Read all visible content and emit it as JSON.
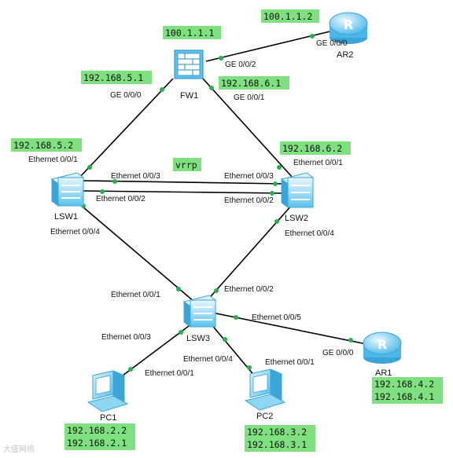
{
  "nodes": {
    "fw1": "FW1",
    "ar2": "AR2",
    "ar1": "AR1",
    "lsw1": "LSW1",
    "lsw2": "LSW2",
    "lsw3": "LSW3",
    "pc1": "PC1",
    "pc2": "PC2"
  },
  "ports": {
    "fw1_ge002": "GE 0/0/2",
    "fw1_ge000": "GE 0/0/0",
    "fw1_ge001": "GE 0/0/1",
    "ar2_ge000": "GE 0/0/0",
    "lsw1_e001": "Ethernet 0/0/1",
    "lsw1_e003": "Ethernet 0/0/3",
    "lsw1_e002": "Ethernet 0/0/2",
    "lsw1_e004": "Ethernet 0/0/4",
    "lsw2_e001": "Ethernet 0/0/1",
    "lsw2_e003": "Ethernet 0/0/3",
    "lsw2_e002": "Ethernet 0/0/2",
    "lsw2_e004": "Ethernet 0/0/4",
    "lsw3_e001": "Ethernet 0/0/1",
    "lsw3_e002": "Ethernet 0/0/2",
    "lsw3_e005": "Ethernet 0/0/5",
    "lsw3_e003": "Ethernet 0/0/3",
    "lsw3_e004": "Ethernet 0/0/4",
    "pc1_e001": "Ethernet 0/0/1",
    "pc2_e001": "Ethernet 0/0/1",
    "ar1_ge000": "GE 0/0/0"
  },
  "ips": {
    "ar2_ip": "100.1.1.2",
    "fw1_up_ip": "100.1.1.1",
    "fw1_left_ip": "192.168.5.1",
    "fw1_right_ip": "192.168.6.1",
    "lsw1_ip": "192.168.5.2",
    "lsw2_ip": "192.168.6.2",
    "vrrp": "vrrp",
    "ar1_ip1": "192.168.4.2",
    "ar1_ip2": "192.168.4.1",
    "pc1_ip1": "192.168.2.2",
    "pc1_ip2": "192.168.2.1",
    "pc2_ip1": "192.168.3.2",
    "pc2_ip2": "192.168.3.1"
  },
  "watermark": "大盛网络",
  "colors": {
    "label_bg": "#7ee07e",
    "link_dot": "#22b14c",
    "device_blue": "#5bc3ee"
  }
}
